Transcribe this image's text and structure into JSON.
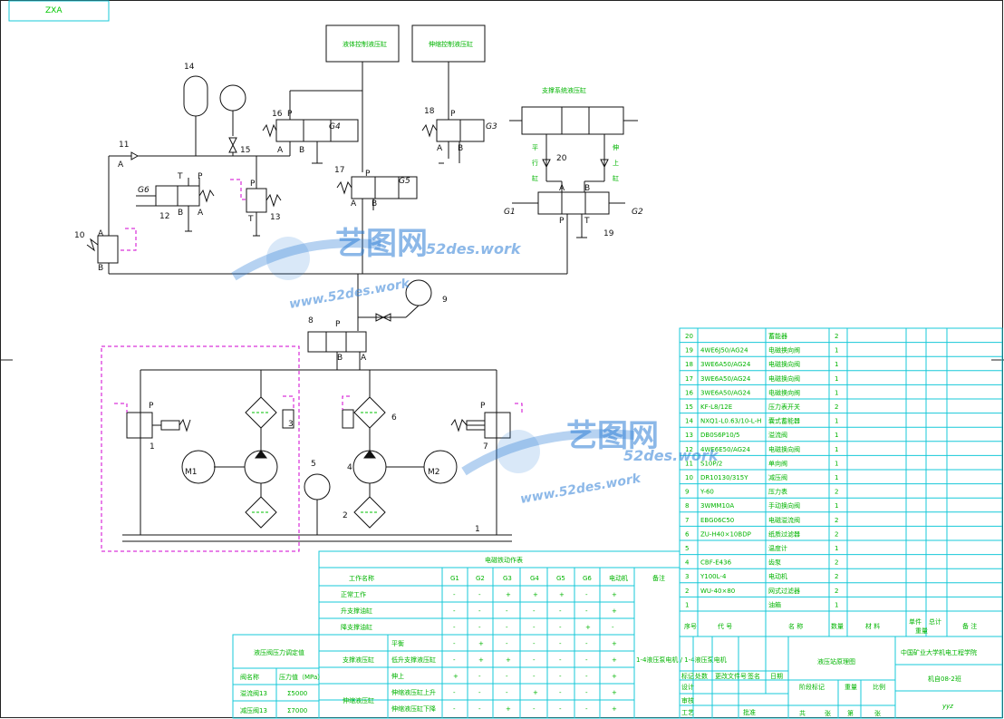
{
  "corner_tag": "ZXA",
  "watermark": {
    "brand": "艺图网",
    "site": "52des.work",
    "url": "www.52des.work"
  },
  "actuators": {
    "left": "液体控制液压缸",
    "right": "伸缩控制液压缸",
    "piston": "支撑系统液压缸"
  },
  "motors": {
    "m1": "M1",
    "m2": "M2"
  },
  "ports": {
    "P": "P",
    "T": "T",
    "A": "A",
    "B": "B"
  },
  "cyl_words": {
    "left": [
      "平",
      "行",
      "缸"
    ],
    "right": [
      "伸",
      "上",
      "缸"
    ]
  },
  "solenoids": {
    "g1": "G1",
    "g2": "G2",
    "g3": "G3",
    "g4": "G4",
    "g5": "G5",
    "g6": "G6"
  },
  "component_numbers": [
    "1",
    "2",
    "3",
    "4",
    "5",
    "6",
    "7",
    "8",
    "9",
    "10",
    "11",
    "12",
    "13",
    "14",
    "15",
    "16",
    "17",
    "18",
    "19",
    "20"
  ],
  "parts_list": {
    "rows": [
      {
        "no": "20",
        "model": "",
        "name": "蓄能器",
        "qty": "2"
      },
      {
        "no": "19",
        "model": "4WE6J50/AG24",
        "name": "电磁换向阀",
        "qty": "1"
      },
      {
        "no": "18",
        "model": "3WE6A50/AG24",
        "name": "电磁换向阀",
        "qty": "1"
      },
      {
        "no": "17",
        "model": "3WE6A50/AG24",
        "name": "电磁换向阀",
        "qty": "1"
      },
      {
        "no": "16",
        "model": "3WE6A50/AG24",
        "name": "电磁换向阀",
        "qty": "1"
      },
      {
        "no": "15",
        "model": "KF-L8/12E",
        "name": "压力表开关",
        "qty": "2"
      },
      {
        "no": "14",
        "model": "NXQ1-L0.63/10-L-H",
        "name": "囊式蓄能器",
        "qty": "1"
      },
      {
        "no": "13",
        "model": "DB0S6P10/5",
        "name": "溢流阀",
        "qty": "1"
      },
      {
        "no": "12",
        "model": "4WE6E50/AG24",
        "name": "电磁换向阀",
        "qty": "1"
      },
      {
        "no": "11",
        "model": "S10P/2",
        "name": "单向阀",
        "qty": "1"
      },
      {
        "no": "10",
        "model": "DR10130/315Y",
        "name": "减压阀",
        "qty": "1"
      },
      {
        "no": "9",
        "model": "Y-60",
        "name": "压力表",
        "qty": "2"
      },
      {
        "no": "8",
        "model": "3WMM10A",
        "name": "手动换向阀",
        "qty": "1"
      },
      {
        "no": "7",
        "model": "EBG06C50",
        "name": "电磁溢流阀",
        "qty": "2"
      },
      {
        "no": "6",
        "model": "ZU-H40×10BDP",
        "name": "纸质过滤器",
        "qty": "2"
      },
      {
        "no": "5",
        "model": "",
        "name": "温度计",
        "qty": "1"
      },
      {
        "no": "4",
        "model": "CBF-E436",
        "name": "齿泵",
        "qty": "2"
      },
      {
        "no": "3",
        "model": "Y100L-4",
        "name": "电动机",
        "qty": "2"
      },
      {
        "no": "2",
        "model": "WU-40×80",
        "name": "网式过滤器",
        "qty": "2"
      },
      {
        "no": "1",
        "model": "",
        "name": "油箱",
        "qty": "1"
      }
    ],
    "header": {
      "no": "序号",
      "model": "代 号",
      "name": "名 称",
      "qty": "数量",
      "material": "材 料",
      "w1": "单件",
      "w2": "总计",
      "weight": "重量",
      "note": "备 注"
    }
  },
  "solenoid_table": {
    "title": "电磁铁动作表",
    "headers": [
      "工作名称",
      "G1",
      "G2",
      "G3",
      "G4",
      "G5",
      "G6",
      "电动机",
      "备注"
    ],
    "rows": [
      {
        "group": "",
        "name": "正常工作",
        "vals": [
          "-",
          "-",
          "+",
          "+",
          "+",
          "-",
          "+"
        ]
      },
      {
        "group": "",
        "name": "升支撑油缸",
        "vals": [
          "-",
          "-",
          "-",
          "-",
          "-",
          "-",
          "+"
        ]
      },
      {
        "group": "",
        "name": "降支撑油缸",
        "vals": [
          "-",
          "-",
          "-",
          "-",
          "-",
          "+",
          "-"
        ]
      },
      {
        "group": "支撑液压缸",
        "name": "平衡",
        "vals": [
          "-",
          "+",
          "-",
          "-",
          "-",
          "-",
          "+"
        ]
      },
      {
        "group": "支撑液压缸",
        "name": "低升支撑液压缸",
        "vals": [
          "-",
          "+",
          "+",
          "-",
          "-",
          "-",
          "+"
        ]
      },
      {
        "group": "支撑液压缸",
        "name": "伸上",
        "vals": [
          "+",
          "-",
          "-",
          "-",
          "-",
          "-",
          "+"
        ]
      },
      {
        "group": "伸缩液压缸",
        "name": "伸缩液压缸上升",
        "vals": [
          "-",
          "-",
          "-",
          "+",
          "-",
          "-",
          "+"
        ]
      },
      {
        "group": "伸缩液压缸",
        "name": "伸缩液压缸下降",
        "vals": [
          "-",
          "-",
          "+",
          "-",
          "-",
          "-",
          "+"
        ]
      }
    ],
    "remark": "1-4液压泵电机 / 1-4液压泵电机"
  },
  "pressure_table": {
    "title": "液压阀压力调定值",
    "headers": [
      "阀名称",
      "压力值（MPa）"
    ],
    "rows": [
      [
        "溢流阀13",
        "Σ5000"
      ],
      [
        "减压阀13",
        "Σ7000"
      ]
    ]
  },
  "title_block": {
    "drawing_title": "液压站原理图",
    "school": "中国矿业大学机电工程学院",
    "code": "机自08-2班",
    "author": "yyz",
    "rev_labels": [
      "标记",
      "处数",
      "更改文件号",
      "签名",
      "日期"
    ],
    "sign_labels": [
      "设计",
      "审核",
      "工艺",
      "批准"
    ],
    "misc_labels": [
      "阶段标记",
      "重量",
      "比例",
      "共",
      "张",
      "第",
      "张"
    ]
  }
}
